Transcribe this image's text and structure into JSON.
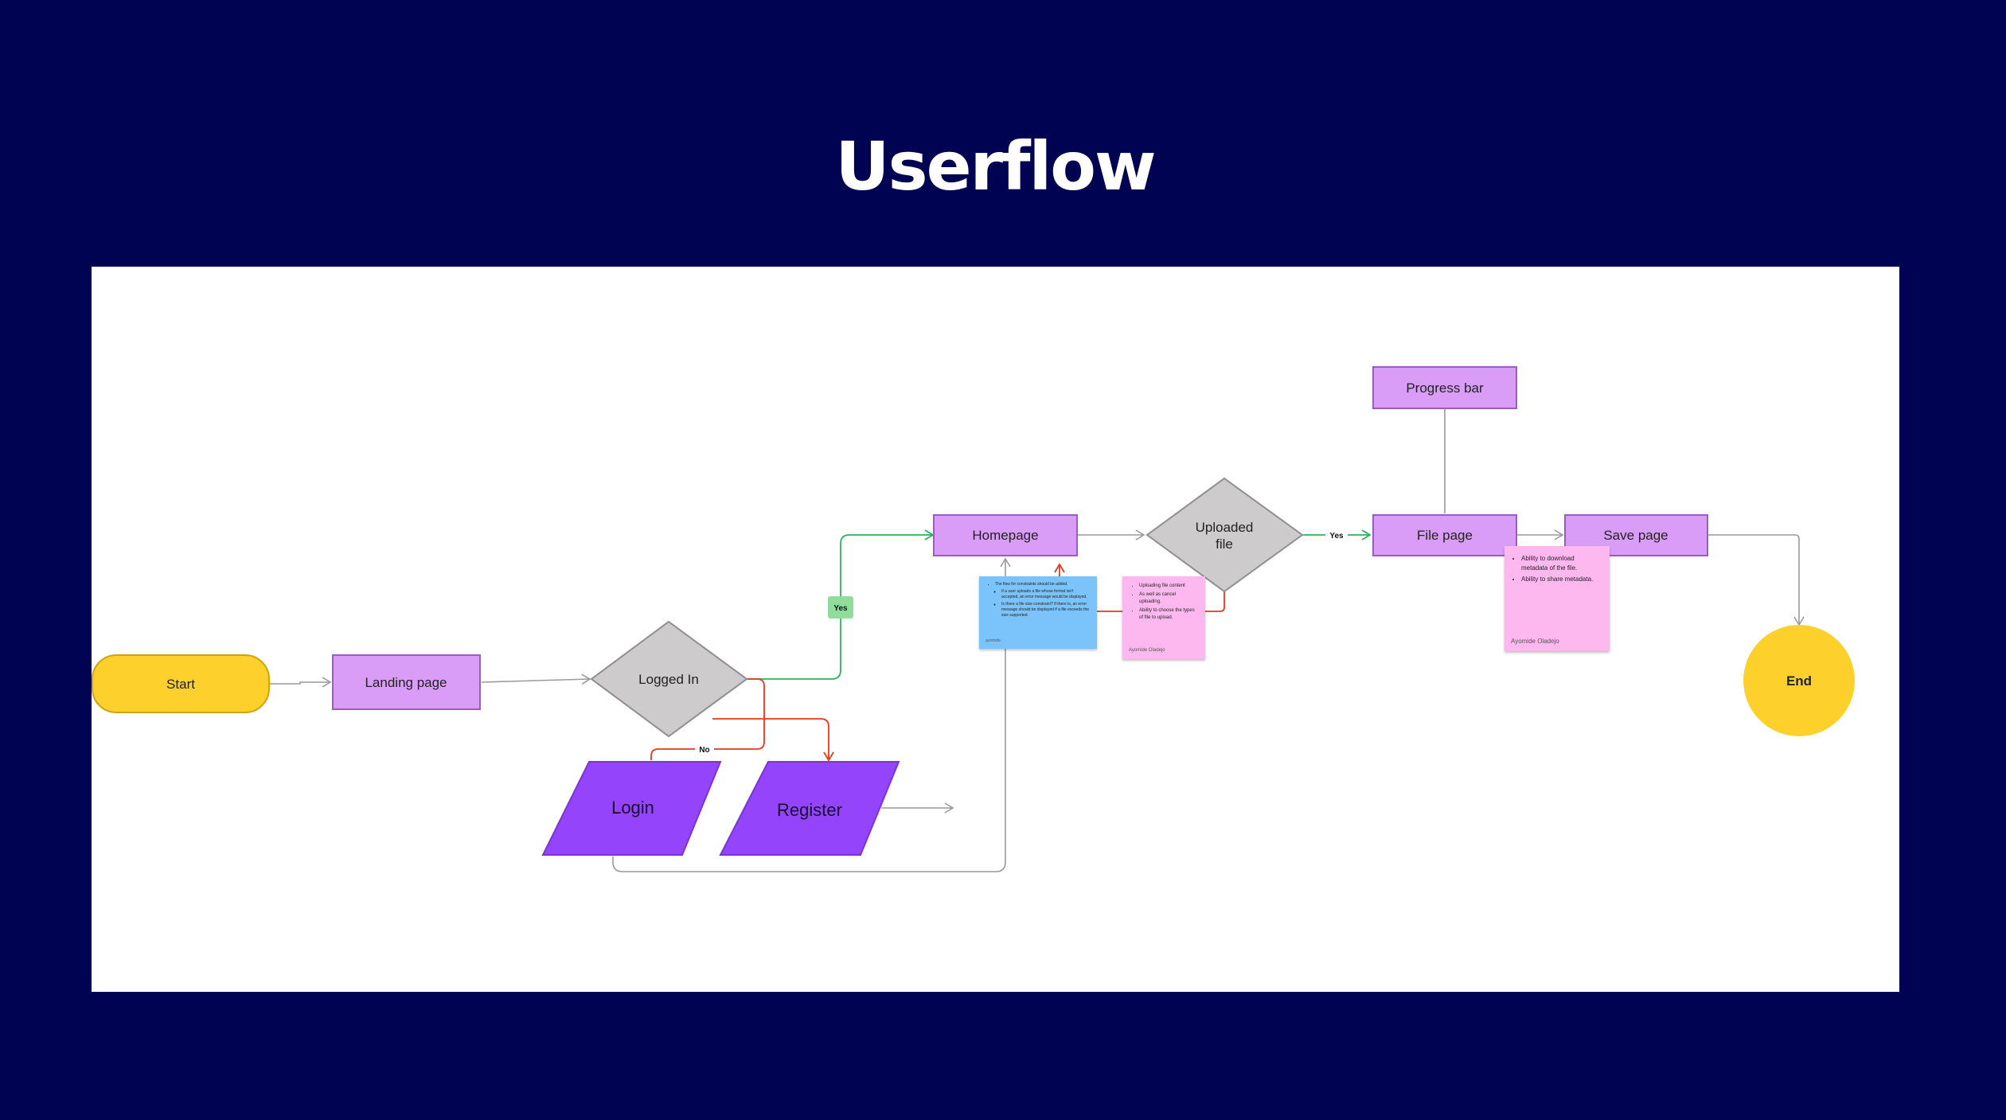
{
  "title": "Userflow",
  "nodes": {
    "start": "Start",
    "landing": "Landing page",
    "logged_in": "Logged In",
    "login": "Login",
    "register": "Register",
    "homepage": "Homepage",
    "uploaded_line1": "Uploaded",
    "uploaded_line2": "file",
    "file_page": "File page",
    "progress_bar": "Progress bar",
    "save_page": "Save page",
    "end": "End"
  },
  "edge_labels": {
    "yes_1": "Yes",
    "no": "No",
    "yes_2": "Yes"
  },
  "notes": {
    "blue": {
      "intro": "The flow for constraints should be added.",
      "items": [
        "If a user uploads a file whose format isn't accepted, an error message would be displayed.",
        "Is there a file size constraint? If there is, an error message should be displayed if a file exceeds the size supported."
      ],
      "author": "ayomide"
    },
    "pink_upload": {
      "items": [
        "Uploading file content",
        "As well as cancel uploading.",
        "Ability to choose the types of file to upload."
      ],
      "author": "Ayomide Oladejo"
    },
    "pink_file": {
      "items": [
        "Ability to download metadata of the file.",
        "Ability to share metadata."
      ],
      "author": "Ayomide Oladejo"
    }
  },
  "colors": {
    "background": "#000352",
    "board": "#ffffff",
    "start_end": "#fdd02b",
    "process": "#d99df7",
    "process_border": "#9a5cc0",
    "decision": "#cdcbcb",
    "io": "#9444fa",
    "edge_gray": "#9a9a9a",
    "edge_green": "#2bb45a",
    "edge_red": "#e6381c",
    "yes_tag": "#8fdc9b",
    "note_blue": "#7bc4fb",
    "note_pink": "#feb8f0"
  }
}
